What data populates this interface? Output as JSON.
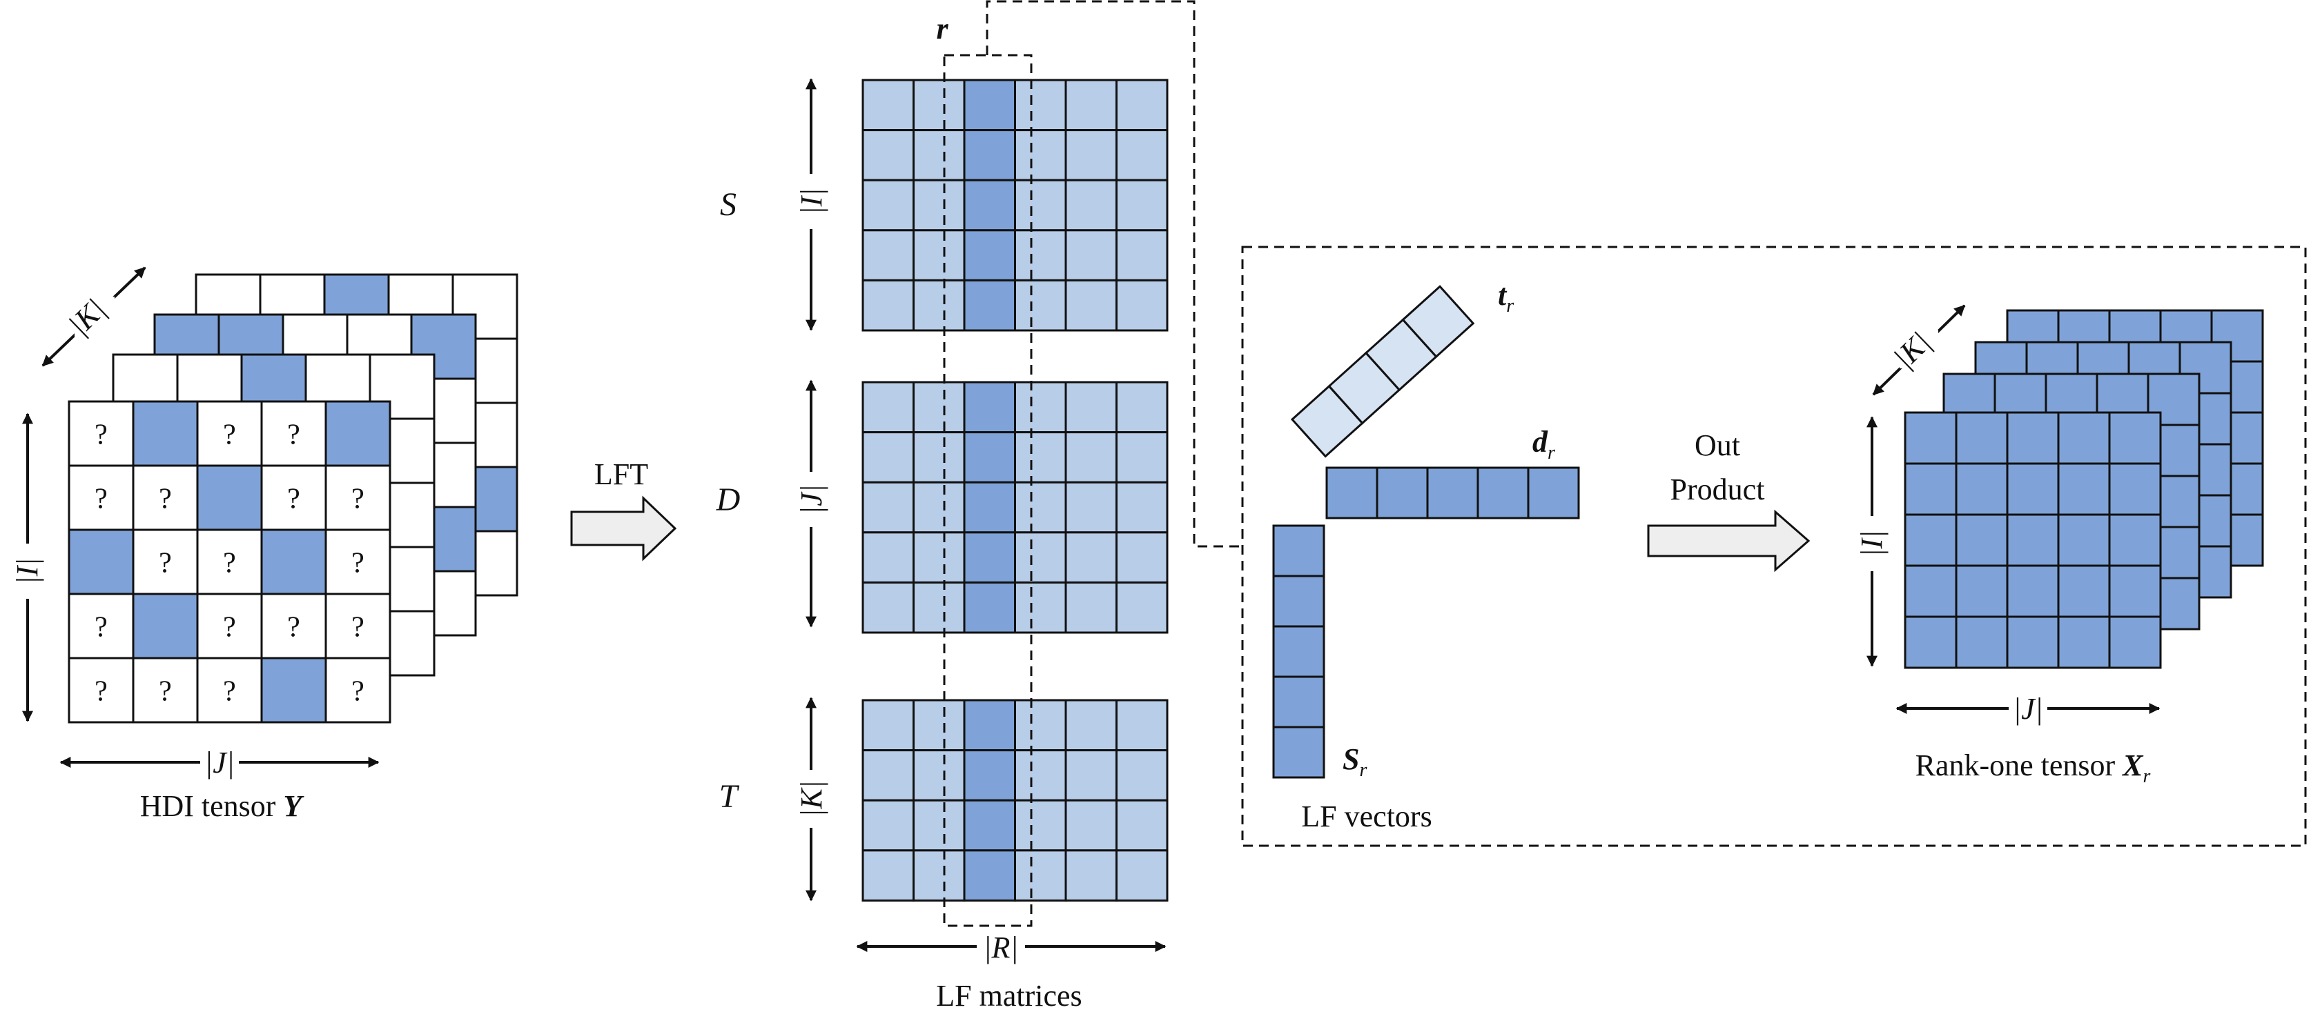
{
  "hdi": {
    "caption": "HDI tensor",
    "caption_symbol": "Y",
    "dim_i": "|I|",
    "dim_j": "|J|",
    "dim_k": "|K|",
    "unknown_symbol": "?",
    "front_slice_grid": [
      [
        "?",
        "B",
        "?",
        "?",
        "B"
      ],
      [
        "?",
        "?",
        "B",
        "?",
        "?"
      ],
      [
        "B",
        "?",
        "?",
        "B",
        "?"
      ],
      [
        "?",
        "B",
        "?",
        "?",
        "?"
      ],
      [
        "?",
        "?",
        "?",
        "B",
        "?"
      ]
    ]
  },
  "lft": {
    "label": "LFT"
  },
  "lf_matrices": {
    "caption": "LF matrices",
    "r_label": "r",
    "dim_r": "|R|",
    "matrices": [
      {
        "name": "S",
        "dim": "|I|"
      },
      {
        "name": "D",
        "dim": "|J|"
      },
      {
        "name": "T",
        "dim": "|K|"
      }
    ]
  },
  "lf_vectors": {
    "caption": "LF vectors",
    "t_label": "t",
    "d_label": "d",
    "s_label": "S",
    "subscript": "r"
  },
  "out_product": {
    "line1": "Out",
    "line2": "Product"
  },
  "rank_one": {
    "caption": "Rank-one tensor",
    "caption_symbol": "X",
    "subscript": "r",
    "dim_i": "|I|",
    "dim_j": "|J|",
    "dim_k": "|K|"
  },
  "colors": {
    "blue": "#7fa3d8",
    "light_blue": "#b8cde8",
    "pale_blue": "#d6e3f3",
    "arrow_fill": "#eeeeee",
    "line": "#111111"
  }
}
